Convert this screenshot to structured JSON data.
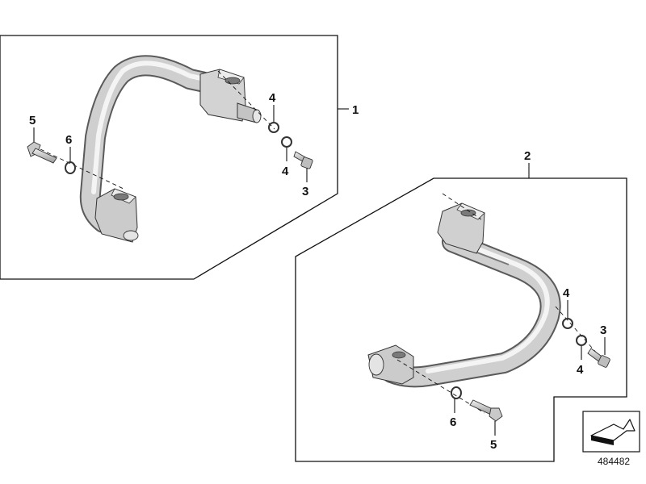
{
  "callouts": {
    "group1": "1",
    "group2": "2",
    "g1_part3": "3",
    "g1_part4a": "4",
    "g1_part4b": "4",
    "g1_part5": "5",
    "g1_part6": "6",
    "g2_part3": "3",
    "g2_part4a": "4",
    "g2_part4b": "4",
    "g2_part5": "5",
    "g2_part6": "6"
  },
  "document_number": "484482",
  "icons": {
    "corner": "document-type-icon"
  },
  "colors": {
    "line": "#111111",
    "metal_light": "#e8e8e8",
    "metal_mid": "#bdbdbd",
    "metal_dark": "#8a8a8a"
  }
}
